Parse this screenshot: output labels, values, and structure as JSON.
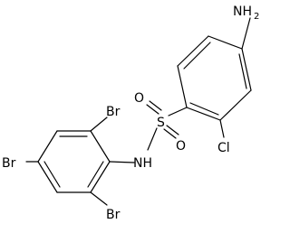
{
  "molecule": {
    "atom_labels": {
      "nh2": "NH",
      "nh2_sub": "2",
      "cl": "Cl",
      "o_top": "O",
      "s": "S",
      "o_bottom": "O",
      "nh": "NH",
      "br_top": "Br",
      "br_left": "Br",
      "br_bottom": "Br"
    },
    "bond_color": "#000000",
    "background": "#ffffff"
  }
}
